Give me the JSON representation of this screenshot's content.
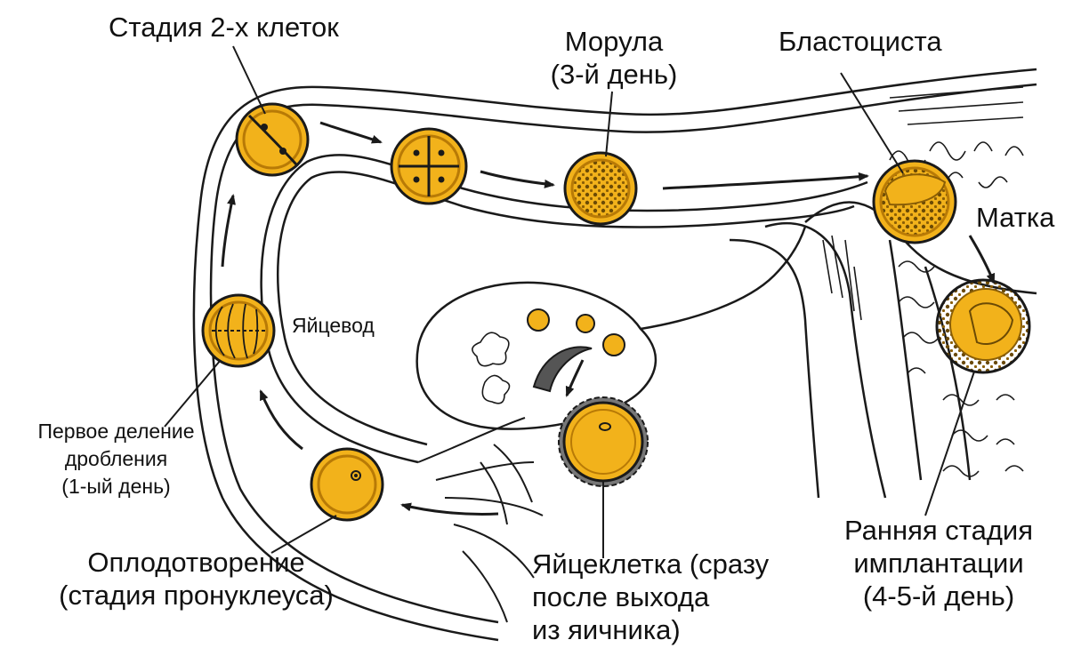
{
  "colors": {
    "cell_fill": "#F2B21B",
    "cell_dark": "#B87A06",
    "outline": "#1a1a1a",
    "background": "#ffffff"
  },
  "labels": {
    "two_cell": "Стадия 2-х клеток",
    "morula_line1": "Морула",
    "morula_line2": "(3-й день)",
    "blastocyst": "Бластоциста",
    "uterus": "Матка",
    "oviduct": "Яйцевод",
    "first_division_line1": "Первое деление",
    "first_division_line2": "дробления",
    "first_division_line3": "(1-ый день)",
    "fertilization_line1": "Оплодотворение",
    "fertilization_line2": "(стадия пронуклеуса)",
    "egg_line1": "Яйцеклетка (сразу",
    "egg_line2": "после выхода",
    "egg_line3": "из яичника)",
    "implantation_line1": "Ранняя стадия",
    "implantation_line2": "имплантации",
    "implantation_line3": "(4-5-й день)"
  }
}
